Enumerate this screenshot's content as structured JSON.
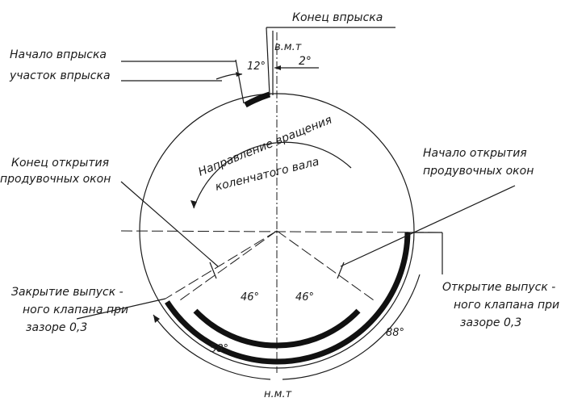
{
  "labels": {
    "injection_end": "Конец впрыска",
    "injection_start": "Начало впрыска",
    "injection_section": "участок впрыска",
    "tdc": "в.м.т",
    "bdc": "н.м.т",
    "rotation_line1": "Направление вращения",
    "rotation_line2": "коленчатого вала",
    "scavenge_close_line1": "Конец открытия",
    "scavenge_close_line2": "продувочных окон",
    "scavenge_open_line1": "Начало открытия",
    "scavenge_open_line2": "продувочных окон",
    "exhaust_close_line1": "Закрытие выпуск -",
    "exhaust_close_line2": "ного клапана при",
    "exhaust_close_line3": "зазоре 0,3",
    "exhaust_open_line1": "Открытие выпуск -",
    "exhaust_open_line2": "ного клапана при",
    "exhaust_open_line3": "зазоре 0,3"
  },
  "angles": {
    "injection_advance": "12°",
    "injection_end": "2°",
    "scavenge_left": "46°",
    "scavenge_right": "46°",
    "exhaust_open": "88°",
    "exhaust_close": "58°"
  }
}
